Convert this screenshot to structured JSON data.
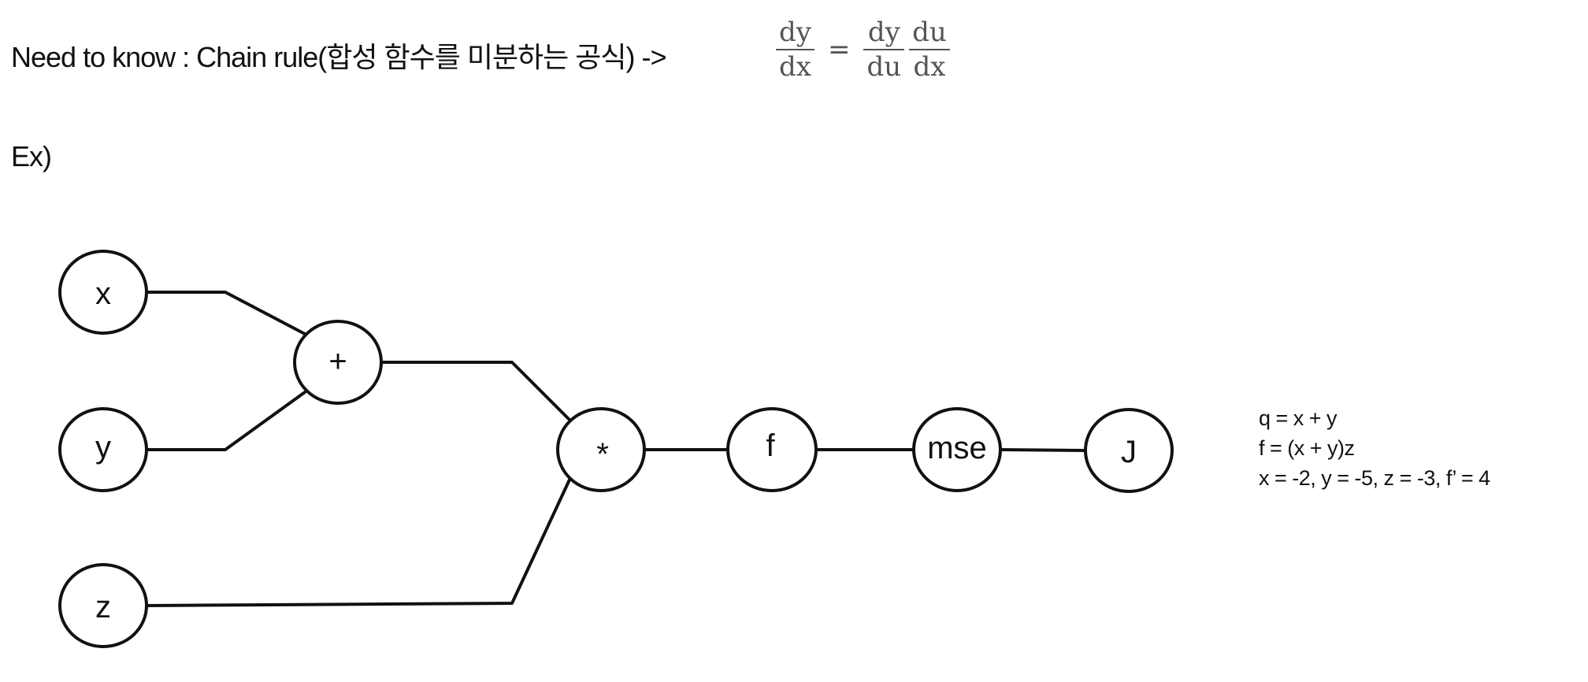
{
  "header": {
    "text": "Need to know : Chain rule(합성 함수를 미분하는 공식) ->",
    "formula": {
      "lhs_num": "dy",
      "lhs_den": "dx",
      "equals": "=",
      "rhs1_num": "dy",
      "rhs1_den": "du",
      "rhs2_num": "du",
      "rhs2_den": "dx"
    }
  },
  "example_label": "Ex)",
  "graph": {
    "nodes": {
      "x": "x",
      "y": "y",
      "z": "z",
      "plus": "+",
      "mul": "*",
      "f": "f",
      "mse": "mse",
      "J": "J"
    }
  },
  "notes": [
    "q = x + y",
    "f = (x + y)z",
    "x = -2, y = -5, z = -3, f’ = 4"
  ]
}
